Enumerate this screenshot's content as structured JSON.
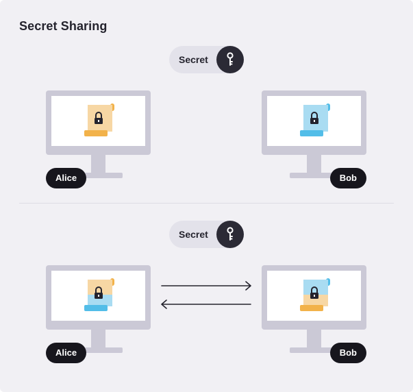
{
  "title": "Secret Sharing",
  "colors": {
    "background": "#f1f0f4",
    "monitor": "#cbc9d6",
    "screen": "#ffffff",
    "badge": "#17161d",
    "key_circle": "#2b2a35",
    "orange_light": "#f7d7a4",
    "orange_dark": "#f2b24a",
    "blue_light": "#a9dcf2",
    "blue_dark": "#52bde8"
  },
  "top_section": {
    "secret_label": "Secret",
    "left_name": "Alice",
    "right_name": "Bob"
  },
  "bottom_section": {
    "secret_label": "Secret",
    "left_name": "Alice",
    "right_name": "Bob"
  }
}
